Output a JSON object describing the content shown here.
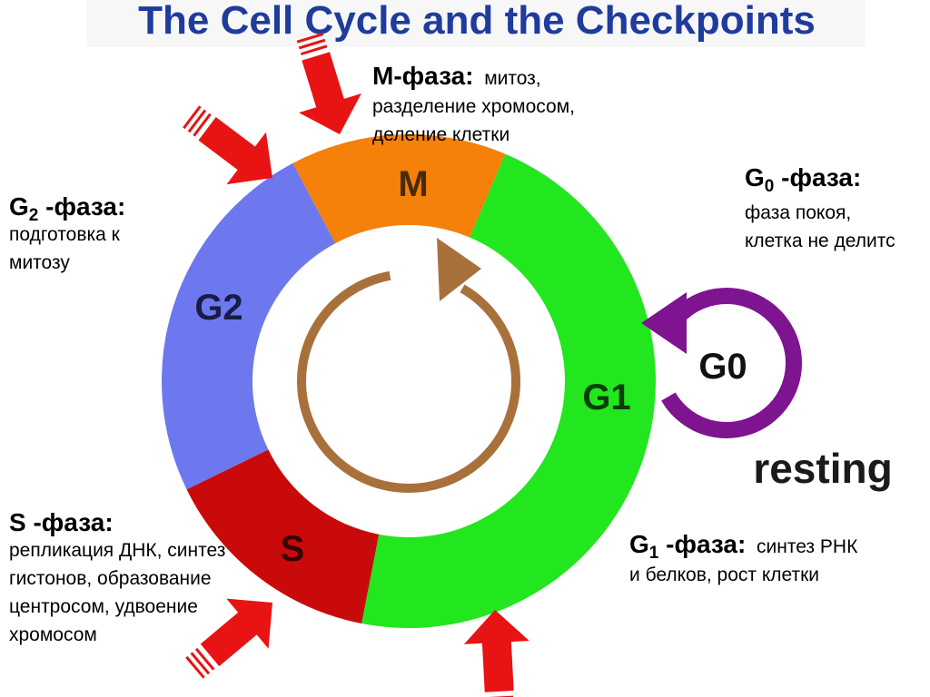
{
  "title": "The Cell Cycle and the Checkpoints",
  "colors": {
    "title": "#1f3c9c",
    "phase_M": "#f5800a",
    "phase_G1": "#22e61e",
    "phase_S": "#c80a0a",
    "phase_G2": "#6e78ee",
    "center_arrow": "#a8713c",
    "g0_arrow": "#7e1490",
    "checkpoint_arrow": "#e81313"
  },
  "ring_labels": {
    "M": "M",
    "G1": "G1",
    "S": "S",
    "G2": "G2",
    "G0": "G0",
    "resting": "resting"
  },
  "phases": {
    "M": {
      "head": "M-фаза:",
      "desc1": "митоз,",
      "desc2": "разделение хромосом,",
      "desc3": "деление клетки"
    },
    "G0": {
      "head_main": "G",
      "head_sub": "0",
      "head_rest": " -фаза:",
      "desc1": " фаза покоя,",
      "desc2": "клетка не делитс"
    },
    "G2": {
      "head_main": "G",
      "head_sub": "2",
      "head_rest": " -фаза:",
      "desc1": "подготовка  к",
      "desc2": "митозу"
    },
    "S": {
      "head": "S -фаза:",
      "desc1": "репликация ДНК, синтез",
      "desc2": "гистонов, образование",
      "desc3": "центросом, удвоение",
      "desc4": "хромосом"
    },
    "G1": {
      "head_main": "G",
      "head_sub": "1",
      "head_rest": " -фаза:",
      "desc1": " синтез РНК",
      "desc2": "и белков, рост клетки"
    }
  }
}
